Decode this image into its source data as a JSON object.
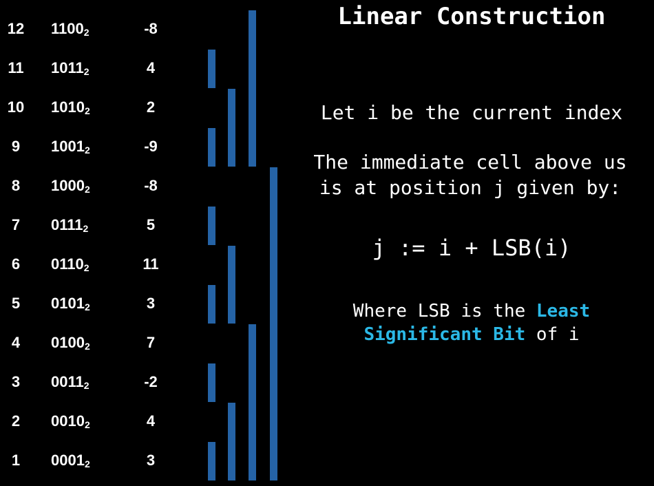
{
  "title": "Linear Construction",
  "rows": [
    {
      "index": "12",
      "binary": "1100",
      "base": "2",
      "value": "-8"
    },
    {
      "index": "11",
      "binary": "1011",
      "base": "2",
      "value": "4"
    },
    {
      "index": "10",
      "binary": "1010",
      "base": "2",
      "value": "2"
    },
    {
      "index": "9",
      "binary": "1001",
      "base": "2",
      "value": "-9"
    },
    {
      "index": "8",
      "binary": "1000",
      "base": "2",
      "value": "-8"
    },
    {
      "index": "7",
      "binary": "0111",
      "base": "2",
      "value": "5"
    },
    {
      "index": "6",
      "binary": "0110",
      "base": "2",
      "value": "11"
    },
    {
      "index": "5",
      "binary": "0101",
      "base": "2",
      "value": "3"
    },
    {
      "index": "4",
      "binary": "0100",
      "base": "2",
      "value": "7"
    },
    {
      "index": "3",
      "binary": "0011",
      "base": "2",
      "value": "-2"
    },
    {
      "index": "2",
      "binary": "0010",
      "base": "2",
      "value": "4"
    },
    {
      "index": "1",
      "binary": "0001",
      "base": "2",
      "value": "3"
    }
  ],
  "ranges": [
    {
      "end": 1,
      "length": 1
    },
    {
      "end": 2,
      "length": 2
    },
    {
      "end": 3,
      "length": 1
    },
    {
      "end": 4,
      "length": 4
    },
    {
      "end": 5,
      "length": 1
    },
    {
      "end": 6,
      "length": 2
    },
    {
      "end": 7,
      "length": 1
    },
    {
      "end": 8,
      "length": 8
    },
    {
      "end": 9,
      "length": 1
    },
    {
      "end": 10,
      "length": 2
    },
    {
      "end": 11,
      "length": 1
    },
    {
      "end": 12,
      "length": 4
    }
  ],
  "explanation": {
    "line1": "Let i be the current index",
    "line2a": "The immediate cell above us",
    "line2b": "is at position j given by:",
    "formula": "j := i + LSB(i)",
    "note_prefix": "Where LSB is the ",
    "note_highlight1": "Least",
    "note_highlight2": "Significant Bit",
    "note_suffix": " of i"
  },
  "colors": {
    "background": "#000000",
    "bar": "#2563a6",
    "highlight": "#2bb8e6",
    "text": "#ffffff"
  }
}
